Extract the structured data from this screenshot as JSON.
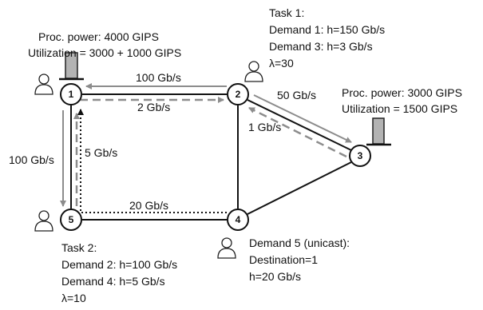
{
  "nodes": [
    {
      "id": "1",
      "label": "1"
    },
    {
      "id": "2",
      "label": "2"
    },
    {
      "id": "3",
      "label": "3"
    },
    {
      "id": "4",
      "label": "4"
    },
    {
      "id": "5",
      "label": "5"
    }
  ],
  "links": [
    {
      "from": "1",
      "to": "2"
    },
    {
      "from": "1",
      "to": "5"
    },
    {
      "from": "2",
      "to": "4"
    },
    {
      "from": "2",
      "to": "3"
    },
    {
      "from": "5",
      "to": "4"
    },
    {
      "from": "4",
      "to": "3"
    }
  ],
  "node1_info": {
    "proc_power": "Proc. power: 4000 GIPS",
    "utilization": "Utilization = 3000 + 1000 GIPS"
  },
  "node3_info": {
    "proc_power": "Proc. power:  3000 GIPS",
    "utilization": "Utilization = 1500 GIPS"
  },
  "task1": {
    "title": "Task 1:",
    "demand1": "Demand 1: h=150 Gb/s",
    "demand3": "Demand 3: h=3 Gb/s",
    "lambda": "λ=30"
  },
  "task2": {
    "title": "Task 2:",
    "demand2": "Demand 2: h=100 Gb/s",
    "demand4": "Demand 4: h=5 Gb/s",
    "lambda": "λ=10"
  },
  "demand5": {
    "title": "Demand 5 (unicast):",
    "destination": "Destination=1",
    "h": "h=20 Gb/s"
  },
  "flows": {
    "f_2_to_1": "100 Gb/s",
    "f_1_to_2": "2 Gb/s",
    "f_2_to_3": "50 Gb/s",
    "f_3_to_2": "1 Gb/s",
    "f_1_to_5": "100 Gb/s",
    "f_5_to_1": "5 Gb/s",
    "f_4_to_1": "20 Gb/s"
  },
  "colors": {
    "solid_flow": "#8c8c8c",
    "dashed_flow": "#8c8c8c",
    "dotted_flow": "#111111",
    "link": "#111111",
    "server": "#b3b3b3"
  }
}
